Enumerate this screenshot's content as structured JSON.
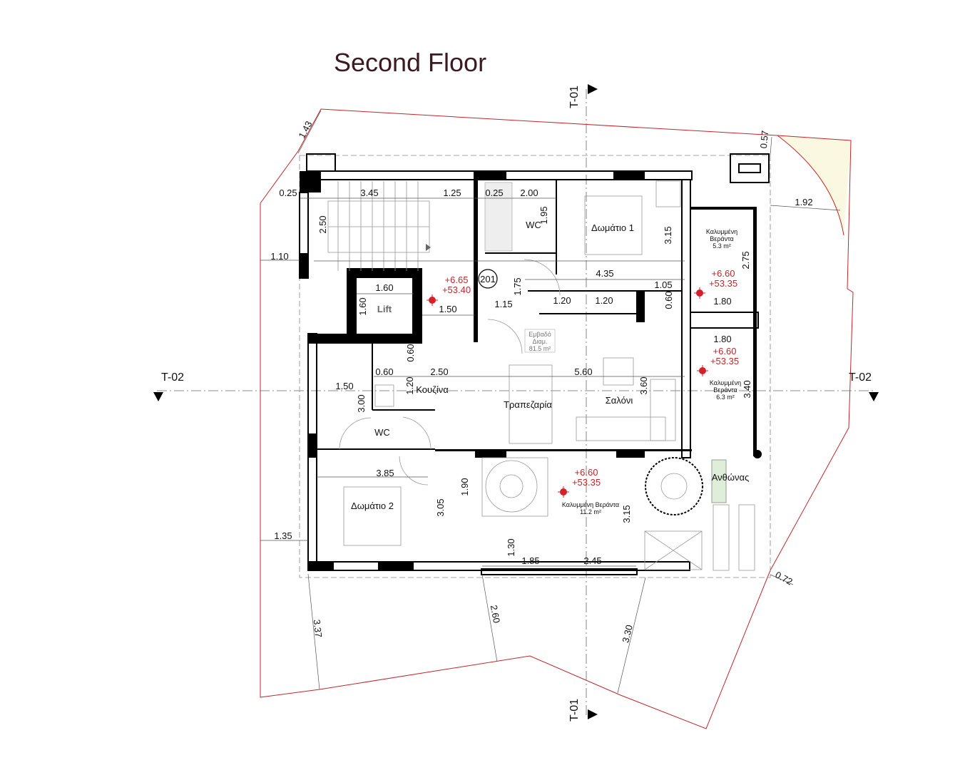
{
  "title": "Second Floor",
  "colors": {
    "title": "#3b1a22",
    "boundary": "#c0272d",
    "level": "#c0272d",
    "wedge": "#fbf8e1"
  },
  "section_markers": {
    "top": "T-01",
    "bottom": "T-01",
    "left": "T-02",
    "right": "T-02"
  },
  "apartment": {
    "number": "201",
    "area_label_1": "Εμβαδό",
    "area_label_2": "Διαμ.",
    "area_value": "81.5 m²"
  },
  "rooms": {
    "bedroom1": "Δωμάτιο 1",
    "wc_top": "WC",
    "lift": "Lift",
    "kitchen": "Κουζίνα",
    "dining": "Τραπεζαρία",
    "living": "Σαλόνι",
    "wc_bottom": "WC",
    "bedroom2": "Δωμάτιο 2",
    "planter": "Ανθώνας",
    "veranda1": {
      "line1": "Καλυμμένη",
      "line2": "Βεράντα",
      "area": "5.3 m²"
    },
    "veranda2": {
      "line1": "Καλυμμένη",
      "line2": "Βεράντα",
      "area": "6.3 m²"
    },
    "veranda3": {
      "line1": "Καλυμμένη Βεράντα",
      "area": "11.2 m²"
    }
  },
  "levels": [
    {
      "a": "+6.65",
      "b": "+53.40"
    },
    {
      "a": "+6.60",
      "b": "+53.35"
    },
    {
      "a": "+6.60",
      "b": "+53.35"
    },
    {
      "a": "+6.60",
      "b": "+53.35"
    }
  ],
  "dims": [
    "0.25",
    "3.45",
    "1.25",
    "0.25",
    "2.00",
    "1.95",
    "2.50",
    "3.15",
    "1.10",
    "4.35",
    "1.05",
    "1.75",
    "1.60",
    "1.60",
    "1.50",
    "1.15",
    "1.20",
    "1.20",
    "0.60",
    "2.75",
    "1.80",
    "1.80",
    "1.92",
    "1.43",
    "0.57",
    "0.60",
    "0.60",
    "2.50",
    "5.60",
    "1.20",
    "1.50",
    "3.00",
    "3.60",
    "3.40",
    "3.85",
    "1.90",
    "3.05",
    "3.15",
    "1.30",
    "1.85",
    "2.45",
    "1.35",
    "3.37",
    "2.60",
    "3.30",
    "0.72"
  ]
}
